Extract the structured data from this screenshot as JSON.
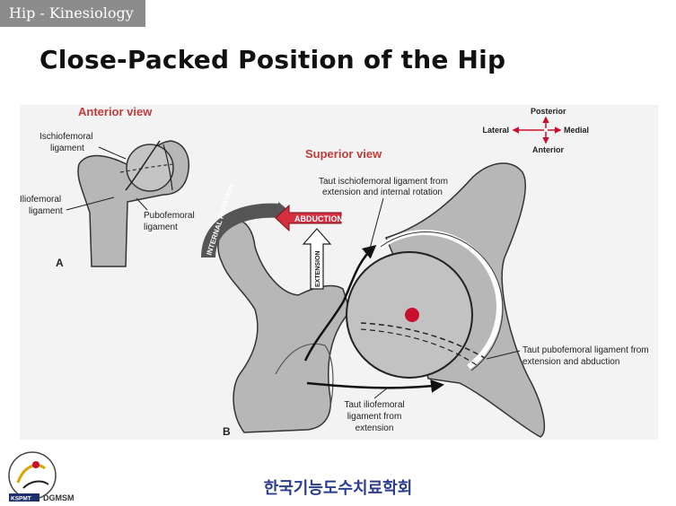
{
  "header": {
    "tag": "Hip - Kinesiology",
    "title": "Close-Packed Position of the Hip"
  },
  "figure": {
    "anterior_view": {
      "heading": "Anterior view",
      "label_ischiofemoral": [
        "Ischiofemoral",
        "ligament"
      ],
      "label_iliofemoral": [
        "Iliofemoral",
        "ligament"
      ],
      "label_pubofemoral": [
        "Pubofemoral",
        "ligament"
      ],
      "panel_letter": "A"
    },
    "superior_view": {
      "heading": "Superior view",
      "label_ischio_taut": [
        "Taut ischiofemoral ligament from",
        "extension and internal rotation"
      ],
      "label_pubo_taut": [
        "Taut pubofemoral ligament from",
        "extension and abduction"
      ],
      "label_ilio_taut": [
        "Taut iliofemoral",
        "ligament from",
        "extension"
      ],
      "arrow_internal_rotation": "INTERNAL ROTATION",
      "arrow_abduction": "ABDUCTION",
      "arrow_extension": "EXTENSION",
      "panel_letter": "B"
    },
    "compass": {
      "posterior": "Posterior",
      "anterior": "Anterior",
      "lateral": "Lateral",
      "medial": "Medial"
    },
    "colors": {
      "bone": "#b7b7b7",
      "abduction_arrow": "#d32f3f",
      "center_dot": "#c8102e"
    }
  },
  "footer": {
    "society_name": "한국기능도수치료학회",
    "logo_left": "KSPMT",
    "logo_right": "DGMSM"
  }
}
